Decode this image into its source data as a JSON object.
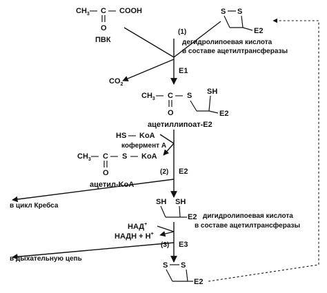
{
  "pvk": {
    "ch3": "CH",
    "ch3_sub": "3",
    "dash1": "—",
    "c": "C",
    "dash2": "—",
    "cooh": "COOH",
    "o": "O",
    "name": "ПВК"
  },
  "co2": {
    "main": "CO",
    "sub": "2"
  },
  "cycle_top": {
    "s1": "S",
    "s2": "S",
    "e2": "E2"
  },
  "lipoic_top_label": {
    "line1": "дегидролипоевая кислота",
    "line2": "в составе ацетилтрансферазы"
  },
  "step1": {
    "num": "(1)",
    "enzyme": "E1"
  },
  "acetyl_lipoate": {
    "ch3": "CH",
    "ch3_sub": "3",
    "dash1": "—",
    "c": "C",
    "dash2": "—",
    "s": "S",
    "sh": "SH",
    "o": "O",
    "e2": "E2",
    "name": "ацетиллипоат-E2"
  },
  "coa_block": {
    "hs": "HS",
    "dash": "—",
    "koa": "KoA",
    "coenzyme": "кофермент A",
    "acetyl_ch3": "CH",
    "acetyl_ch3_sub": "3",
    "acetyl_dash1": "—",
    "acetyl_c": "C",
    "acetyl_dash2": "—",
    "acetyl_s": "S",
    "acetyl_dash3": "—",
    "acetyl_koa": "KoA",
    "acetyl_o": "O",
    "acetyl_name": "ацетил-KoA"
  },
  "step2": {
    "num": "(2)",
    "enzyme": "E2"
  },
  "krebs": "в цикл Кребса",
  "dihydro": {
    "sh1": "SH",
    "sh2": "SH",
    "e2": "E2"
  },
  "dihydro_label": {
    "line1": "дигидролипоевая кислота",
    "line2": "в составе ацетилтрансферазы"
  },
  "nad": {
    "nad": "НАД",
    "nad_sup": "+",
    "nadh": "НАДН + Н",
    "nadh_sup": "+"
  },
  "step3": {
    "num": "(3)",
    "enzyme": "E3"
  },
  "resp": "в дыхательную цепь",
  "cycle_bottom": {
    "s1": "S",
    "s2": "S",
    "e2": "E2"
  }
}
